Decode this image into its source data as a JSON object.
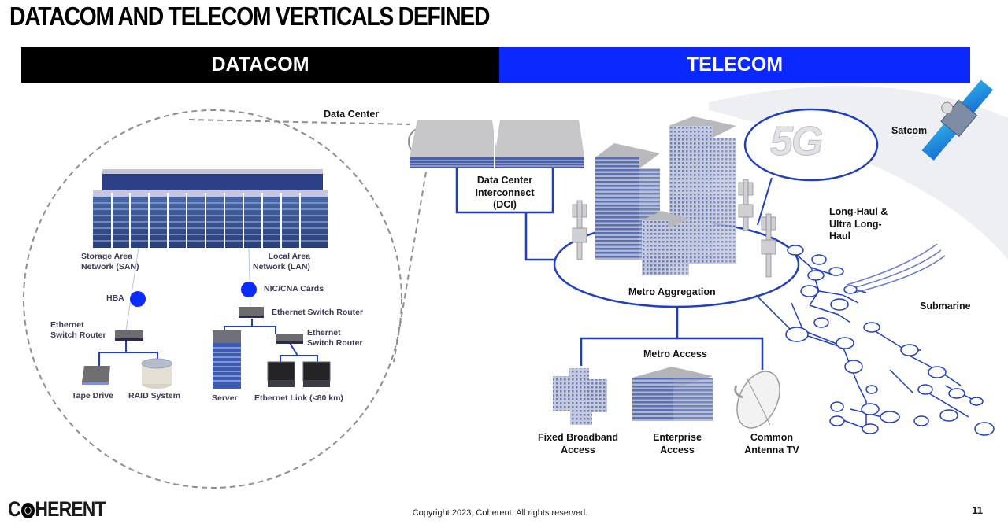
{
  "title": "DATACOM AND TELECOM VERTICALS DEFINED",
  "bands": {
    "datacom": "DATACOM",
    "telecom": "TELECOM"
  },
  "colors": {
    "datacom_band": "#000000",
    "telecom_band": "#0a28ff",
    "link_blue": "#1f3fbf",
    "node_blue": "#0b2bff"
  },
  "datacom": {
    "zoom_label": "Data Center",
    "san": "Storage Area\nNetwork (SAN)",
    "san_line1": "Storage Area",
    "san_line2": "Network (SAN)",
    "lan_line1": "Local Area",
    "lan_line2": "Network (LAN)",
    "hba": "HBA",
    "nic": "NIC/CNA Cards",
    "esr_left_line1": "Ethernet",
    "esr_left_line2": "Switch Router",
    "esr_right_top": "Ethernet Switch Router",
    "esr_right_line1": "Ethernet",
    "esr_right_line2": "Switch Router",
    "tape_drive": "Tape Drive",
    "raid": "RAID System",
    "server": "Server",
    "ethernet_link": "Ethernet Link (<80 km)"
  },
  "telecom": {
    "dci_line1": "Data Center",
    "dci_line2": "Interconnect",
    "dci_line3": "(DCI)",
    "five_g": "5G",
    "satcom": "Satcom",
    "long_haul_line1": "Long-Haul &",
    "long_haul_line2": "Ultra Long-",
    "long_haul_line3": "Haul",
    "metro_aggregation": "Metro Aggregation",
    "metro_access": "Metro Access",
    "submarine": "Submarine",
    "fixed_line1": "Fixed Broadband",
    "fixed_line2": "Access",
    "enterprise_line1": "Enterprise",
    "enterprise_line2": "Access",
    "catv_line1": "Common",
    "catv_line2": "Antenna TV"
  },
  "footer": {
    "logo": "COHERENT",
    "logo_pre": "C",
    "logo_post": "HERENT",
    "copyright": "Copyright 2023, Coherent. All rights reserved.",
    "page_number": "11"
  }
}
